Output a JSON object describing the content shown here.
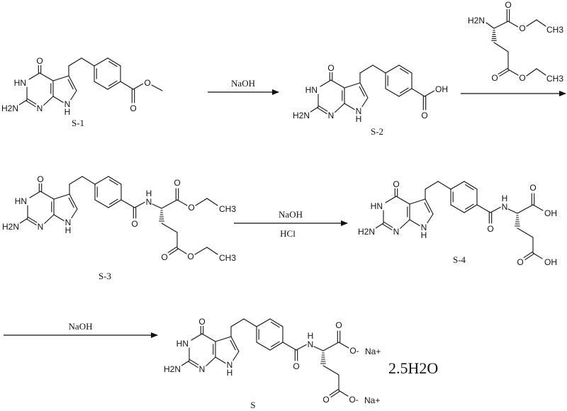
{
  "compounds": {
    "s1": {
      "label": "S-1"
    },
    "s2": {
      "label": "S-2"
    },
    "s3": {
      "label": "S-3"
    },
    "s4": {
      "label": "S-4"
    },
    "s": {
      "label": "S",
      "hydrate": "2.5H2O"
    }
  },
  "arrows": [
    {
      "from": "S-1",
      "to": "S-2",
      "above": "NaOH",
      "below": ""
    },
    {
      "from": "S-2",
      "to": "S-3",
      "above": "",
      "below": ""
    },
    {
      "from": "S-3",
      "to": "S-4",
      "above": "NaOH",
      "below": "HCl"
    },
    {
      "from": "S-4",
      "to": "S",
      "above": "NaOH",
      "below": ""
    }
  ],
  "atoms": {
    "O": "O",
    "HN": "HN",
    "H2N": "H2N",
    "N": "N",
    "H": "H",
    "OH": "OH",
    "CH3": "CH3",
    "O_minus": "O-",
    "Na_plus": "Na+"
  }
}
